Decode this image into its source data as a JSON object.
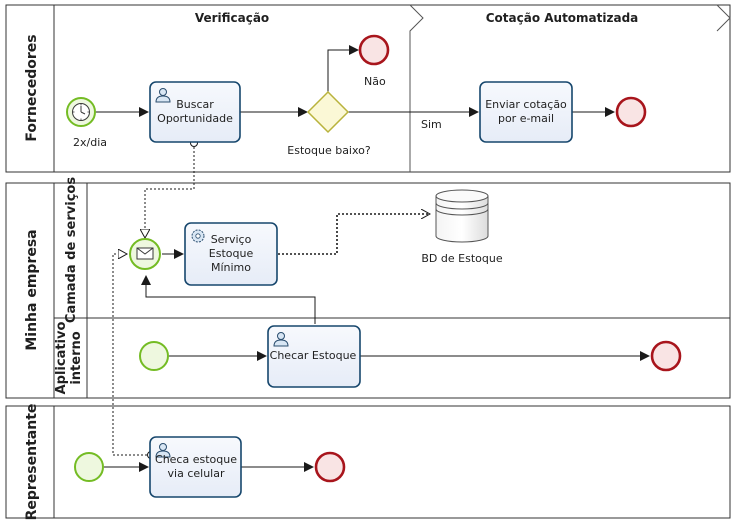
{
  "pools": {
    "fornecedores": "Fornecedores",
    "minha_empresa": "Minha empresa",
    "representante": "Representante"
  },
  "lanes": {
    "camada_servicos": "Camada de serviços",
    "aplicativo_interno_1": "Aplicativo",
    "aplicativo_interno_2": "interno"
  },
  "phases": {
    "verificacao": "Verificação",
    "cotacao": "Cotação Automatizada"
  },
  "tasks": {
    "buscar_1": "Buscar",
    "buscar_2": "Oportunidade",
    "enviar_1": "Enviar cotação",
    "enviar_2": "por e-mail",
    "servico_1": "Serviço",
    "servico_2": "Estoque",
    "servico_3": "Mínimo",
    "checar": "Checar Estoque",
    "checa_1": "Checa estoque",
    "checa_2": "via celular"
  },
  "labels": {
    "timer": "2x/dia",
    "gateway_question": "Estoque baixo?",
    "nao": "Não",
    "sim": "Sim",
    "datastore": "BD de Estoque"
  },
  "colors": {
    "task_fill": "#eef2fa",
    "task_stroke": "#17476d",
    "start_fill": "#eef8df",
    "start_stroke": "#74bc24",
    "end_fill": "#f9e4e4",
    "end_stroke": "#a8151c",
    "gateway_fill": "#fbf8d6",
    "gateway_stroke": "#b9b33c",
    "pool_stroke": "#333333"
  },
  "icons": {
    "user_task": "person-icon",
    "service_task": "gear-icon",
    "timer": "clock-icon",
    "message": "envelope-icon",
    "datastore": "database-icon"
  }
}
